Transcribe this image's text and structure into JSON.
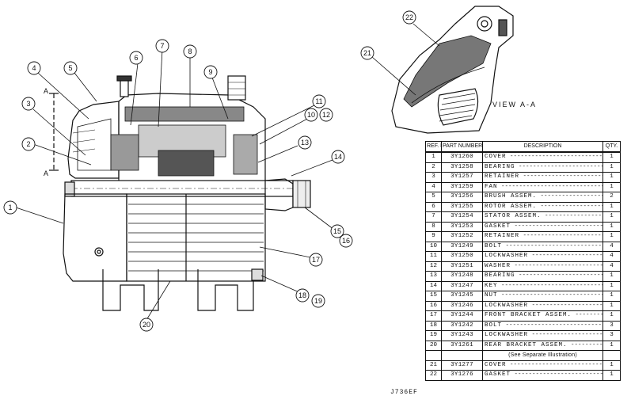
{
  "callouts": [
    "1",
    "2",
    "3",
    "4",
    "5",
    "6",
    "7",
    "8",
    "9",
    "10",
    "11",
    "12",
    "13",
    "14",
    "15",
    "16",
    "17",
    "18",
    "19",
    "20",
    "21",
    "22"
  ],
  "section_mark": "A",
  "view_label": "VIEW A-A",
  "drawing_ref": "J736EF",
  "table": {
    "headers": {
      "ref": "REF. NO.",
      "part": "PART NUMBER",
      "desc": "DESCRIPTION",
      "qty": "QTY."
    },
    "rows": [
      {
        "ref": "1",
        "part": "3Y1260",
        "desc": "COVER",
        "qty": "1"
      },
      {
        "ref": "2",
        "part": "3Y1258",
        "desc": "BEARING",
        "qty": "1"
      },
      {
        "ref": "3",
        "part": "3Y1257",
        "desc": "RETAINER",
        "qty": "1"
      },
      {
        "ref": "4",
        "part": "3Y1259",
        "desc": "FAN",
        "qty": "1"
      },
      {
        "ref": "5",
        "part": "3Y1256",
        "desc": "BRUSH ASSEM.",
        "qty": "2"
      },
      {
        "ref": "6",
        "part": "3Y1255",
        "desc": "ROTOR ASSEM.",
        "qty": "1"
      },
      {
        "ref": "7",
        "part": "3Y1254",
        "desc": "STATOR ASSEM.",
        "qty": "1"
      },
      {
        "ref": "8",
        "part": "3Y1253",
        "desc": "GASKET",
        "qty": "1"
      },
      {
        "ref": "9",
        "part": "3Y1252",
        "desc": "RETAINER",
        "qty": "1"
      },
      {
        "ref": "10",
        "part": "3Y1249",
        "desc": "BOLT",
        "qty": "4"
      },
      {
        "ref": "11",
        "part": "3Y1250",
        "desc": "LOCKWASHER",
        "qty": "4"
      },
      {
        "ref": "12",
        "part": "3Y1251",
        "desc": "WASHER",
        "qty": "4"
      },
      {
        "ref": "13",
        "part": "3Y1248",
        "desc": "BEARING",
        "qty": "1"
      },
      {
        "ref": "14",
        "part": "3Y1247",
        "desc": "KEY",
        "qty": "1"
      },
      {
        "ref": "15",
        "part": "3Y1245",
        "desc": "NUT",
        "qty": "1"
      },
      {
        "ref": "16",
        "part": "3Y1246",
        "desc": "LOCKWASHER",
        "qty": "1"
      },
      {
        "ref": "17",
        "part": "3Y1244",
        "desc": "FRONT BRACKET ASSEM.",
        "qty": "1"
      },
      {
        "ref": "18",
        "part": "3Y1242",
        "desc": "BOLT",
        "qty": "3"
      },
      {
        "ref": "19",
        "part": "3Y1243",
        "desc": "LOCKWASHER",
        "qty": "3"
      },
      {
        "ref": "20",
        "part": "3Y1261",
        "desc": "REAR BRACKET ASSEM.",
        "qty": "1"
      },
      {
        "ref": "21",
        "part": "3Y1277",
        "desc": "COVER",
        "qty": "1"
      },
      {
        "ref": "22",
        "part": "3Y1276",
        "desc": "GASKET",
        "qty": "1"
      }
    ],
    "note": "(See Separate Illustration)"
  }
}
